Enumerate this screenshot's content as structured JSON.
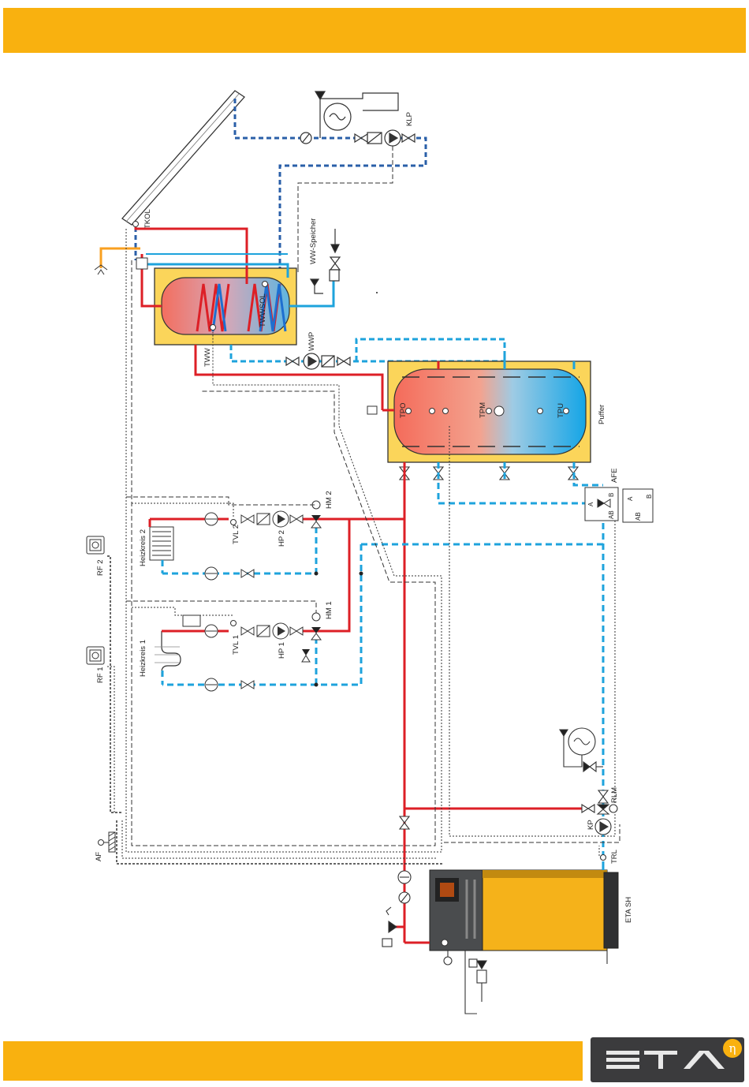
{
  "colors": {
    "accent": "#f9b10f",
    "hot_pipe": "#dd1f26",
    "cold_pipe": "#1ea3dc",
    "solar_pipe": "#2a5fa8",
    "insulation": "#fbd55a",
    "boiler_body": "#4a4c4e",
    "boiler_front": "#f5b21a",
    "logo_bg": "#3b3b3d"
  },
  "logo": {
    "text": "ETA",
    "mark": "η"
  },
  "labels": {
    "tkol": "TKOL",
    "klp": "KLP",
    "ww_speicher": "WW-Speicher",
    "twwsol": "TWWSOL",
    "tww": "TWW",
    "wwp": "WWP",
    "puffer": "Puffer",
    "tpo": "TPO",
    "tpm": "TPM",
    "tpu": "TPU",
    "afe": "AFE",
    "heizkreis2": "Heizkreis 2",
    "heizkreis1": "Heizkreis 1",
    "tvl2": "TVL 2",
    "tvl1": "TVL 1",
    "hp2": "HP 2",
    "hp1": "HP 1",
    "hm2": "HM 2",
    "hm1": "HM 1",
    "rf2": "RF 2",
    "rf1": "RF 1",
    "af": "AF",
    "kp": "KP",
    "rlm": "RLM",
    "trl": "TRL",
    "eta_sh": "ETA SH",
    "valve_a": "A",
    "valve_b": "B",
    "valve_ab": "AB"
  }
}
